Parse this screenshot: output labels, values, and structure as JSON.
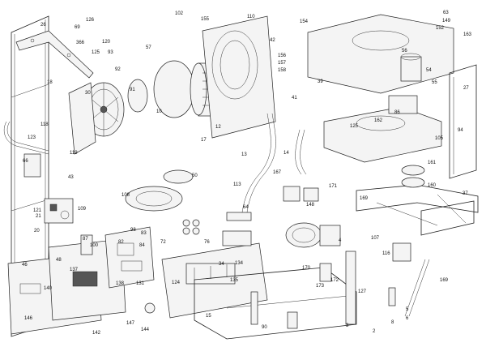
{
  "diagram": {
    "labels": [
      {
        "id": "l26a",
        "text": "26"
      },
      {
        "id": "l102",
        "text": "102"
      },
      {
        "id": "l155",
        "text": "155"
      },
      {
        "id": "l110",
        "text": "110"
      },
      {
        "id": "l154",
        "text": "154"
      },
      {
        "id": "l42",
        "text": "42"
      },
      {
        "id": "l156",
        "text": "156"
      },
      {
        "id": "l157",
        "text": "157"
      },
      {
        "id": "l158",
        "text": "158"
      },
      {
        "id": "l63",
        "text": "63"
      },
      {
        "id": "l149",
        "text": "149"
      },
      {
        "id": "l152",
        "text": "152"
      },
      {
        "id": "l163",
        "text": "163"
      },
      {
        "id": "l126",
        "text": "126"
      },
      {
        "id": "l366",
        "text": "366"
      },
      {
        "id": "l120",
        "text": "120"
      },
      {
        "id": "l125a",
        "text": "125"
      },
      {
        "id": "l93",
        "text": "93"
      },
      {
        "id": "l92",
        "text": "92"
      },
      {
        "id": "l91",
        "text": "91"
      },
      {
        "id": "l30",
        "text": "30"
      },
      {
        "id": "l119",
        "text": "119"
      },
      {
        "id": "l118",
        "text": "118"
      },
      {
        "id": "l10",
        "text": "10"
      },
      {
        "id": "l17",
        "text": "17"
      },
      {
        "id": "l12",
        "text": "12"
      },
      {
        "id": "l13",
        "text": "13"
      },
      {
        "id": "l14",
        "text": "14"
      },
      {
        "id": "l50",
        "text": "50"
      },
      {
        "id": "l54",
        "text": "54"
      },
      {
        "id": "l55",
        "text": "55"
      },
      {
        "id": "l56",
        "text": "56"
      },
      {
        "id": "l86",
        "text": "86"
      },
      {
        "id": "l125b",
        "text": "125"
      },
      {
        "id": "l162",
        "text": "162"
      },
      {
        "id": "l105",
        "text": "105"
      },
      {
        "id": "l94",
        "text": "94"
      },
      {
        "id": "l161",
        "text": "161"
      },
      {
        "id": "l160",
        "text": "160"
      },
      {
        "id": "l37",
        "text": "37"
      },
      {
        "id": "l107",
        "text": "107"
      },
      {
        "id": "l121",
        "text": "121"
      },
      {
        "id": "l20",
        "text": "20"
      },
      {
        "id": "l21",
        "text": "21"
      },
      {
        "id": "l148",
        "text": "148"
      },
      {
        "id": "l98",
        "text": "98"
      },
      {
        "id": "l82",
        "text": "82"
      },
      {
        "id": "l83",
        "text": "83"
      },
      {
        "id": "l84",
        "text": "84"
      },
      {
        "id": "l87",
        "text": "87"
      },
      {
        "id": "l100",
        "text": "100"
      },
      {
        "id": "l48",
        "text": "48"
      },
      {
        "id": "l46",
        "text": "46"
      },
      {
        "id": "l137",
        "text": "137"
      },
      {
        "id": "l140",
        "text": "140"
      },
      {
        "id": "l144",
        "text": "144"
      },
      {
        "id": "l146",
        "text": "146"
      },
      {
        "id": "l142",
        "text": "142"
      },
      {
        "id": "l147",
        "text": "147"
      },
      {
        "id": "l124",
        "text": "124"
      },
      {
        "id": "l131",
        "text": "131"
      },
      {
        "id": "l134",
        "text": "134"
      },
      {
        "id": "l135",
        "text": "135"
      },
      {
        "id": "l138",
        "text": "138"
      },
      {
        "id": "l90",
        "text": "90"
      },
      {
        "id": "l2",
        "text": "2"
      },
      {
        "id": "l3",
        "text": "3"
      },
      {
        "id": "l5",
        "text": "5"
      },
      {
        "id": "l6",
        "text": "6"
      },
      {
        "id": "l8",
        "text": "8"
      },
      {
        "id": "l69",
        "text": "69"
      },
      {
        "id": "l57",
        "text": "57"
      },
      {
        "id": "l116",
        "text": "116"
      },
      {
        "id": "l113",
        "text": "113"
      },
      {
        "id": "l169a",
        "text": "169"
      },
      {
        "id": "l169b",
        "text": "169"
      },
      {
        "id": "l167",
        "text": "167"
      },
      {
        "id": "l170",
        "text": "170"
      },
      {
        "id": "l171",
        "text": "171"
      },
      {
        "id": "l172",
        "text": "172"
      },
      {
        "id": "l173",
        "text": "173"
      },
      {
        "id": "l127",
        "text": "127"
      },
      {
        "id": "l108",
        "text": "108"
      },
      {
        "id": "l109",
        "text": "109"
      },
      {
        "id": "l43",
        "text": "43"
      },
      {
        "id": "l64",
        "text": "64"
      },
      {
        "id": "l66",
        "text": "66"
      },
      {
        "id": "l123",
        "text": "123"
      },
      {
        "id": "l18",
        "text": "18"
      },
      {
        "id": "l27",
        "text": "27"
      },
      {
        "id": "l15",
        "text": "15"
      },
      {
        "id": "l41",
        "text": "41"
      },
      {
        "id": "l39",
        "text": "39"
      },
      {
        "id": "l34",
        "text": "34"
      },
      {
        "id": "l72",
        "text": "72"
      },
      {
        "id": "l76",
        "text": "76"
      },
      {
        "id": "l4",
        "text": "4"
      }
    ]
  }
}
